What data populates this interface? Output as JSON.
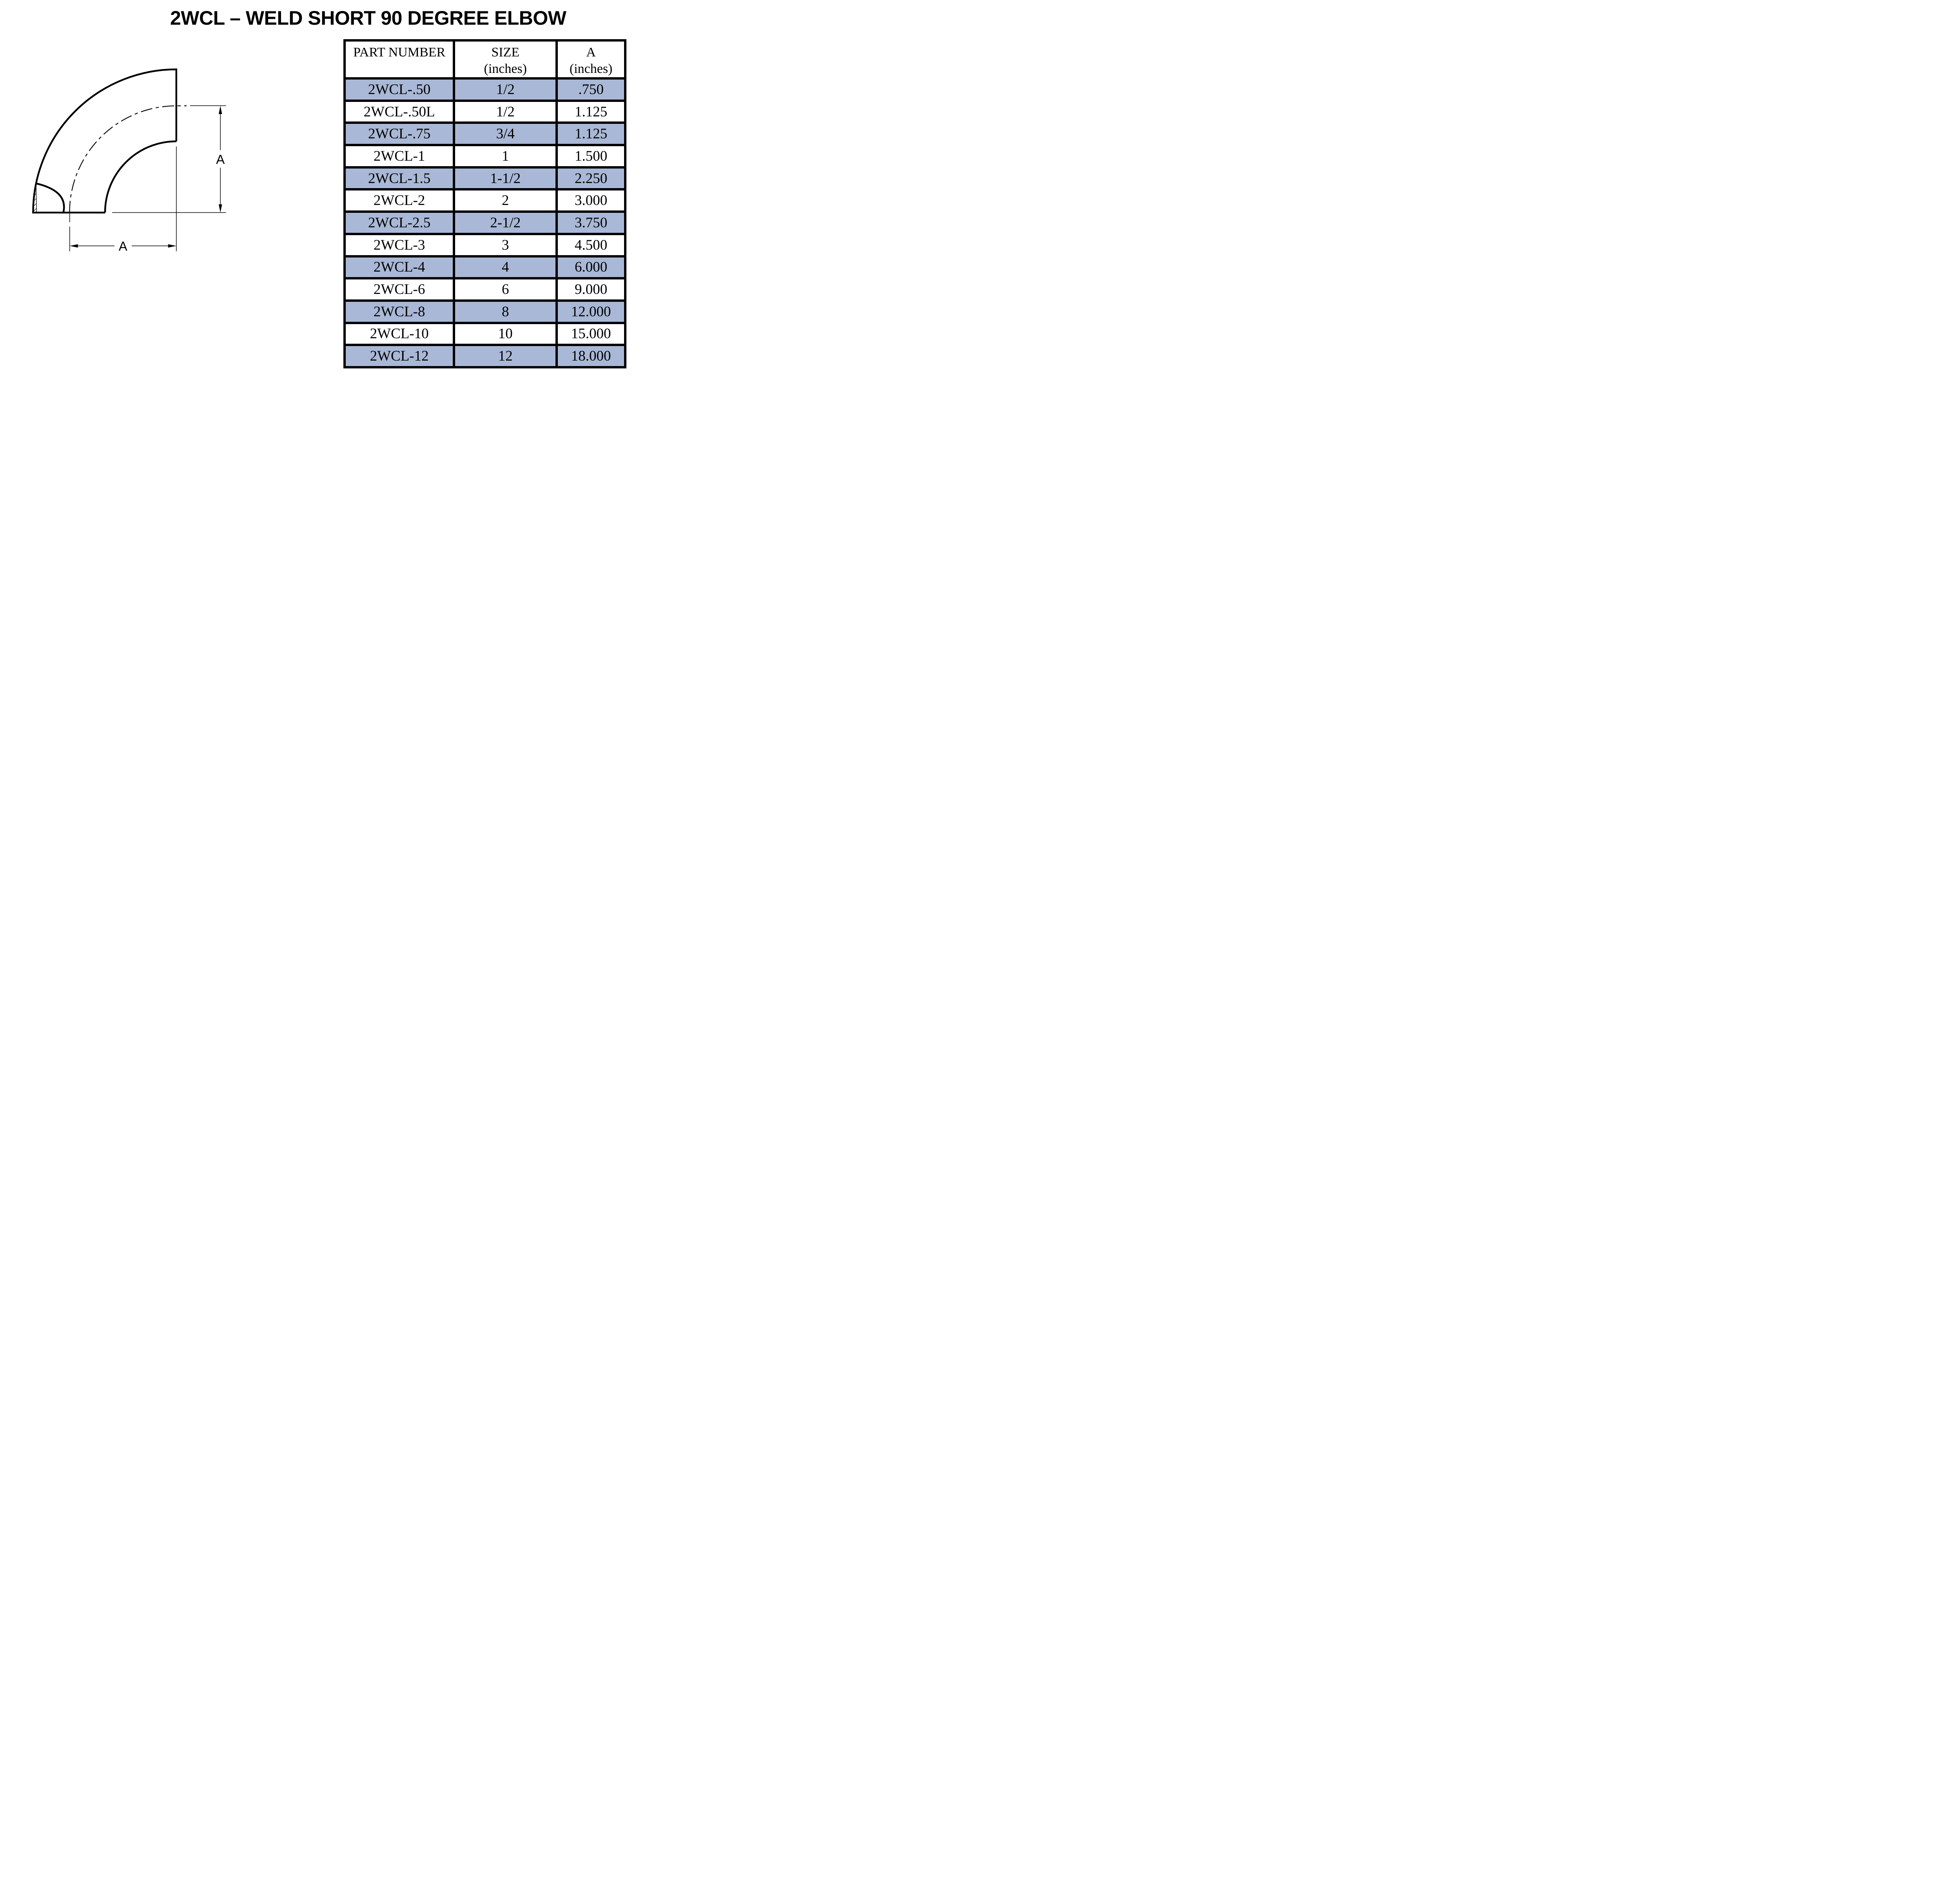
{
  "page_title": "2WCL – WELD SHORT 90 DEGREE ELBOW",
  "diagram": {
    "dim_label_vertical": "A",
    "dim_label_horizontal": "A"
  },
  "table": {
    "columns": [
      {
        "line1": "PART NUMBER",
        "line2": ""
      },
      {
        "line1": "SIZE",
        "line2": "(inches)"
      },
      {
        "line1": "A",
        "line2": "(inches)"
      }
    ],
    "rows": [
      [
        "2WCL-.50",
        "1/2",
        ".750"
      ],
      [
        "2WCL-.50L",
        "1/2",
        "1.125"
      ],
      [
        "2WCL-.75",
        "3/4",
        "1.125"
      ],
      [
        "2WCL-1",
        "1",
        "1.500"
      ],
      [
        "2WCL-1.5",
        "1-1/2",
        "2.250"
      ],
      [
        "2WCL-2",
        "2",
        "3.000"
      ],
      [
        "2WCL-2.5",
        "2-1/2",
        "3.750"
      ],
      [
        "2WCL-3",
        "3",
        "4.500"
      ],
      [
        "2WCL-4",
        "4",
        "6.000"
      ],
      [
        "2WCL-6",
        "6",
        "9.000"
      ],
      [
        "2WCL-8",
        "8",
        "12.000"
      ],
      [
        "2WCL-10",
        "10",
        "15.000"
      ],
      [
        "2WCL-12",
        "12",
        "18.000"
      ]
    ],
    "row_highlight_color": "#a9b8d6",
    "border_color": "#000000"
  },
  "colors": {
    "background": "#ffffff",
    "text": "#000000",
    "row_highlight": "#a9b8d6"
  }
}
